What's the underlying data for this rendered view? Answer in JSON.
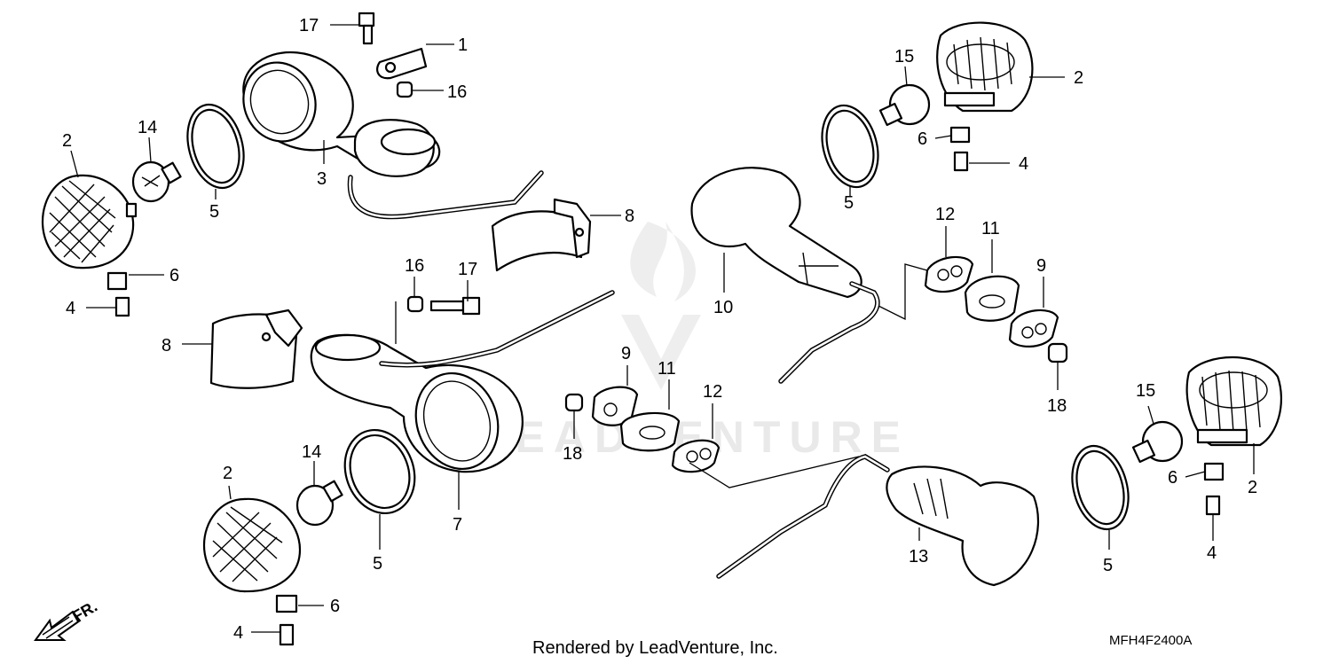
{
  "footer": {
    "credit": "Rendered by LeadVenture, Inc.",
    "code": "MFH4F2400A",
    "direction": "FR."
  },
  "watermark": {
    "text": "LEADVENTURE"
  },
  "callouts": {
    "c1": "1",
    "c2a": "2",
    "c2b": "2",
    "c2c": "2",
    "c2d": "2",
    "c3": "3",
    "c4a": "4",
    "c4b": "4",
    "c4c": "4",
    "c4d": "4",
    "c5a": "5",
    "c5b": "5",
    "c5c": "5",
    "c5d": "5",
    "c6a": "6",
    "c6b": "6",
    "c6c": "6",
    "c6d": "6",
    "c7": "7",
    "c8a": "8",
    "c8b": "8",
    "c9a": "9",
    "c9b": "9",
    "c10": "10",
    "c11a": "11",
    "c11b": "11",
    "c12a": "12",
    "c12b": "12",
    "c13": "13",
    "c14a": "14",
    "c14b": "14",
    "c15a": "15",
    "c15b": "15",
    "c16a": "16",
    "c16b": "16",
    "c17a": "17",
    "c17b": "17",
    "c18a": "18",
    "c18b": "18"
  }
}
